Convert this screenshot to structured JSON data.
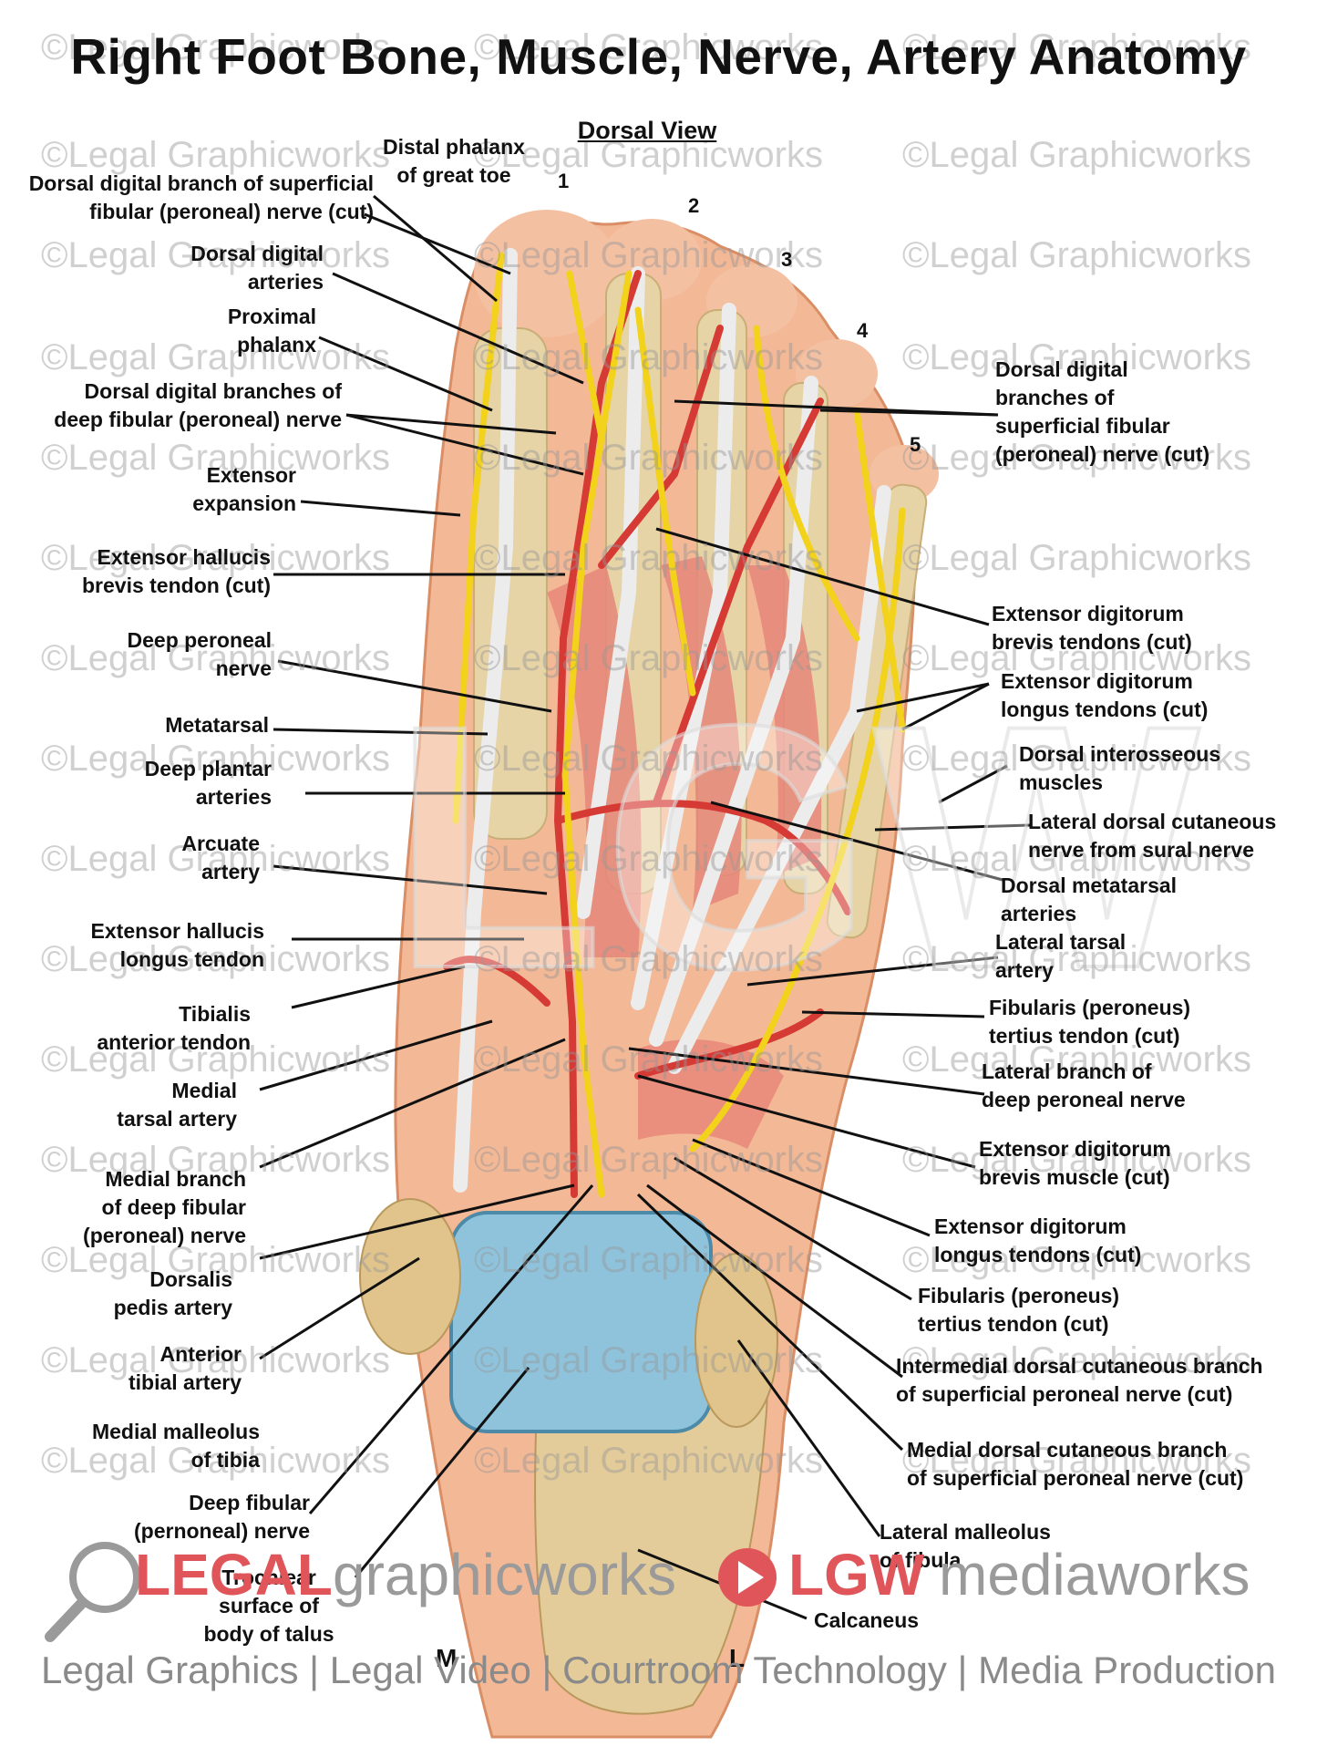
{
  "title": "Right Foot Bone, Muscle, Nerve, Artery Anatomy",
  "subtitle": "Dorsal View",
  "watermark": "©Legal Graphicworks",
  "toe_numbers": [
    "1",
    "2",
    "3",
    "4",
    "5"
  ],
  "orientation": {
    "medial": "M",
    "lateral": "L"
  },
  "labels_left": [
    {
      "line1": "Distal phalanx",
      "line2": "of great toe"
    },
    {
      "line1": "Dorsal digital branch of superficial",
      "line2": "fibular (peroneal) nerve (cut)"
    },
    {
      "line1": "Dorsal digital",
      "line2": "arteries"
    },
    {
      "line1": "Proximal",
      "line2": "phalanx"
    },
    {
      "line1": "Dorsal digital branches of",
      "line2": "deep fibular (peroneal) nerve"
    },
    {
      "line1": "Extensor",
      "line2": "expansion"
    },
    {
      "line1": "Extensor hallucis",
      "line2": "brevis tendon (cut)"
    },
    {
      "line1": "Deep peroneal",
      "line2": "nerve"
    },
    {
      "line1": "Metatarsal",
      "line2": ""
    },
    {
      "line1": "Deep plantar",
      "line2": "arteries"
    },
    {
      "line1": "Arcuate",
      "line2": "artery"
    },
    {
      "line1": "Extensor hallucis",
      "line2": "longus tendon"
    },
    {
      "line1": "Tibialis",
      "line2": "anterior tendon"
    },
    {
      "line1": "Medial",
      "line2": "tarsal artery"
    },
    {
      "line1": "Medial branch",
      "line2": "of deep fibular"
    },
    {
      "line1": "(peroneal) nerve",
      "line2": ""
    },
    {
      "line1": "Dorsalis",
      "line2": "pedis artery"
    },
    {
      "line1": "Anterior",
      "line2": "tibial artery"
    },
    {
      "line1": "Medial malleolus",
      "line2": "of tibia"
    },
    {
      "line1": "Deep fibular",
      "line2": "(pernoneal) nerve"
    },
    {
      "line1": "Trochlear",
      "line2": "surface of"
    },
    {
      "line1": "body of talus",
      "line2": ""
    }
  ],
  "labels_right": [
    {
      "line1": "Dorsal digital",
      "line2": "branches of"
    },
    {
      "line1": "superficial fibular",
      "line2": "(peroneal) nerve (cut)"
    },
    {
      "line1": "Extensor digitorum",
      "line2": "brevis tendons (cut)"
    },
    {
      "line1": "Extensor digitorum",
      "line2": "longus tendons (cut)"
    },
    {
      "line1": "Dorsal interosseous",
      "line2": "muscles"
    },
    {
      "line1": "Lateral dorsal cutaneous",
      "line2": "nerve from sural nerve"
    },
    {
      "line1": "Dorsal metatarsal",
      "line2": "arteries"
    },
    {
      "line1": "Lateral tarsal",
      "line2": "artery"
    },
    {
      "line1": "Fibularis (peroneus)",
      "line2": "tertius tendon (cut)"
    },
    {
      "line1": "Lateral branch of",
      "line2": "deep peroneal nerve"
    },
    {
      "line1": "Extensor digitorum",
      "line2": "brevis muscle (cut)"
    },
    {
      "line1": "Extensor digitorum",
      "line2": "longus tendons (cut)"
    },
    {
      "line1": "Fibularis (peroneus)",
      "line2": "tertius tendon (cut)"
    },
    {
      "line1": "Intermedial dorsal cutaneous branch",
      "line2": "of superficial peroneal nerve (cut)"
    },
    {
      "line1": "Medial dorsal cutaneous branch",
      "line2": "of superficial peroneal nerve (cut)"
    },
    {
      "line1": "Lateral malleolus",
      "line2": "of fibula"
    },
    {
      "line1": "Calcaneus",
      "line2": ""
    }
  ],
  "branding": {
    "legal": "LEGAL",
    "graphicworks": "graphicworks",
    "lgw": "LGW",
    "mediaworks": "mediaworks",
    "footer": "Legal Graphics | Legal Video | Courtroom Technology | Media Production"
  },
  "colors": {
    "artery": "#d63a35",
    "nerve": "#f2d21a",
    "tendon": "#e8e8e8",
    "bone": "#e6d3a6",
    "skin": "#f0b48e",
    "cartilage": "#8fc3dc",
    "brand_red": "#e0555a"
  }
}
